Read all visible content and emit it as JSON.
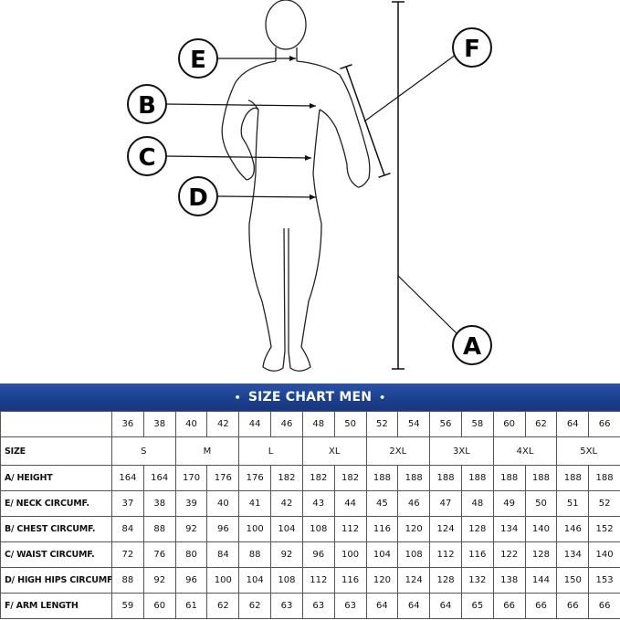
{
  "figure": {
    "markers": [
      "E",
      "B",
      "C",
      "D",
      "F",
      "A"
    ]
  },
  "banner": {
    "title": "SIZE CHART MEN",
    "bullet": "•"
  },
  "table": {
    "size_numbers": [
      "36",
      "38",
      "40",
      "42",
      "44",
      "46",
      "48",
      "50",
      "52",
      "54",
      "56",
      "58",
      "60",
      "62",
      "64",
      "66"
    ],
    "size_row": {
      "label": "SIZE",
      "groups": [
        "S",
        "M",
        "L",
        "XL",
        "2XL",
        "3XL",
        "4XL",
        "5XL"
      ]
    },
    "rows": [
      {
        "label": "A/ HEIGHT",
        "values": [
          "164",
          "164",
          "170",
          "176",
          "176",
          "182",
          "182",
          "182",
          "188",
          "188",
          "188",
          "188",
          "188",
          "188",
          "188",
          "188"
        ]
      },
      {
        "label": "E/ NECK CIRCUMF.",
        "values": [
          "37",
          "38",
          "39",
          "40",
          "41",
          "42",
          "43",
          "44",
          "45",
          "46",
          "47",
          "48",
          "49",
          "50",
          "51",
          "52"
        ]
      },
      {
        "label": "B/ CHEST CIRCUMF.",
        "values": [
          "84",
          "88",
          "92",
          "96",
          "100",
          "104",
          "108",
          "112",
          "116",
          "120",
          "124",
          "128",
          "134",
          "140",
          "146",
          "152"
        ]
      },
      {
        "label": "C/ WAIST CIRCUMF.",
        "values": [
          "72",
          "76",
          "80",
          "84",
          "88",
          "92",
          "96",
          "100",
          "104",
          "108",
          "112",
          "116",
          "122",
          "128",
          "134",
          "140"
        ]
      },
      {
        "label": "D/ HIGH HIPS CIRCUMF.",
        "values": [
          "88",
          "92",
          "96",
          "100",
          "104",
          "108",
          "112",
          "116",
          "120",
          "124",
          "128",
          "132",
          "138",
          "144",
          "150",
          "153"
        ]
      },
      {
        "label": "F/ ARM LENGTH",
        "values": [
          "59",
          "60",
          "61",
          "62",
          "62",
          "63",
          "63",
          "63",
          "64",
          "64",
          "64",
          "65",
          "66",
          "66",
          "66",
          "66"
        ]
      }
    ]
  }
}
